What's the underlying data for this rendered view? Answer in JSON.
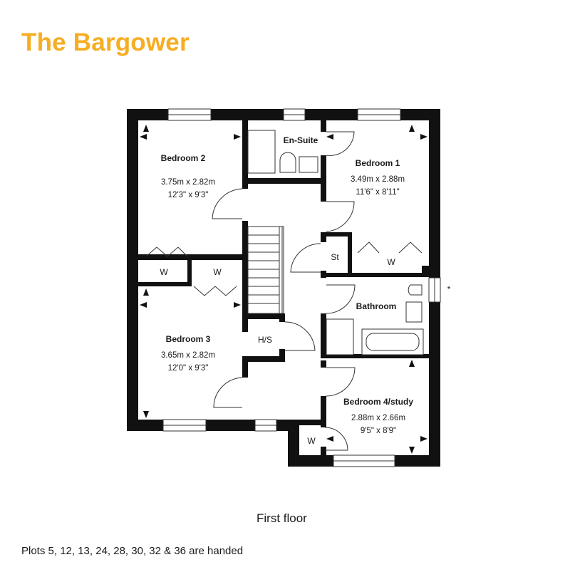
{
  "header": {
    "title": "The Bargower",
    "title_color": "#f6ad21"
  },
  "plan": {
    "floor_label": "First floor",
    "rooms": [
      {
        "id": "bedroom-2",
        "name": "Bedroom 2",
        "metric": "3.75m x 2.82m",
        "imperial": "12'3\" x 9'3\""
      },
      {
        "id": "bedroom-1",
        "name": "Bedroom 1",
        "metric": "3.49m x 2.88m",
        "imperial": "11'6\" x 8'11\""
      },
      {
        "id": "bedroom-3",
        "name": "Bedroom 3",
        "metric": "3.65m x 2.82m",
        "imperial": "12'0\" x 9'3\""
      },
      {
        "id": "bedroom-4",
        "name": "Bedroom 4/study",
        "metric": "2.88m x 2.66m",
        "imperial": "9'5\" x 8'9\""
      }
    ],
    "labels": {
      "en_suite": "En-Suite",
      "bathroom": "Bathroom",
      "storage": "St",
      "hot_store": "H/S",
      "wardrobe": "W",
      "asterisk": "*"
    }
  },
  "footer": {
    "note": "Plots 5, 12, 13, 24, 28, 30, 32 & 36 are handed"
  }
}
